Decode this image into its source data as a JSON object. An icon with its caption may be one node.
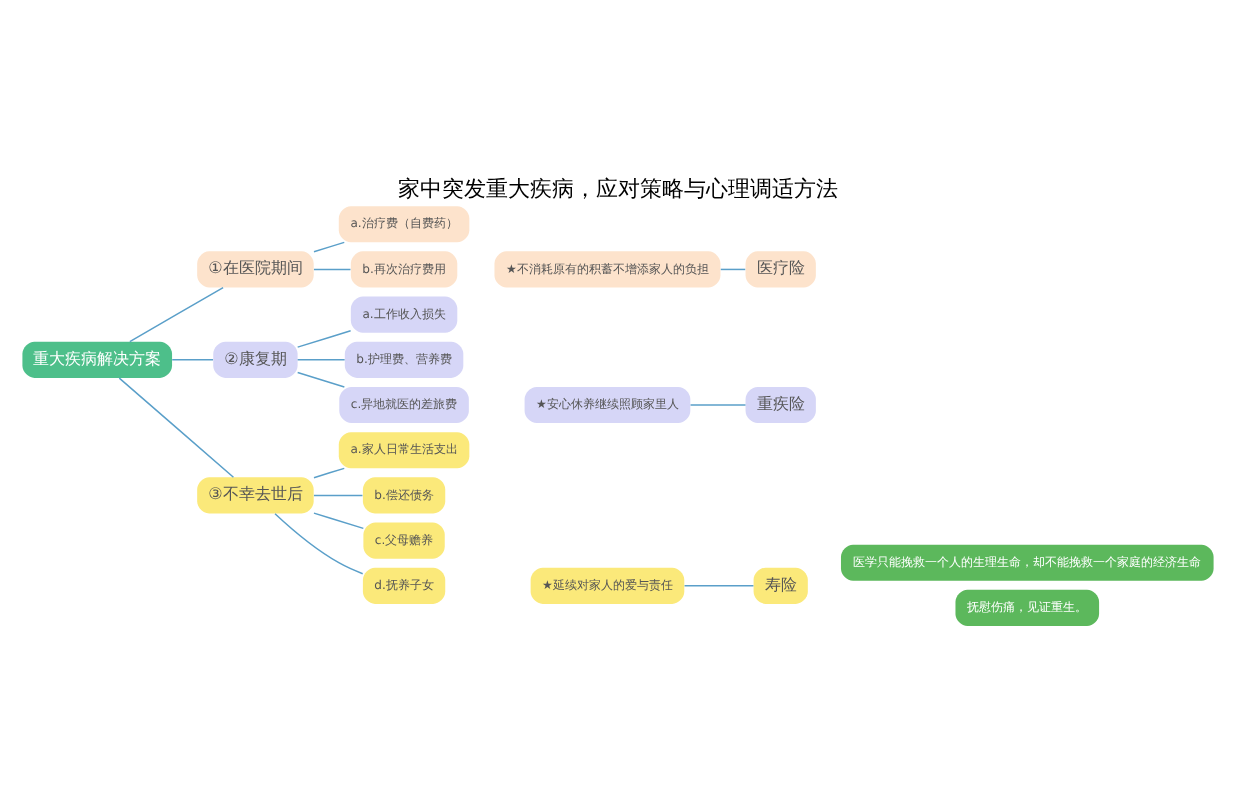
{
  "diagram": {
    "title": "家中突发重大疾病，应对策略与心理调适方法",
    "nodes": [
      {
        "text": [
          "重大疾病解决方案"
        ]
      },
      {
        "text": [
          "①在医院期间"
        ]
      },
      {
        "text": [
          "a.治疗费（自费药）"
        ]
      },
      {
        "text": [
          "b.再次治疗费用"
        ]
      },
      {
        "text": [
          "★不消耗原有的积蓄不增添家人的负担"
        ]
      },
      {
        "text": [
          "医疗险"
        ]
      },
      {
        "text": [
          "②康复期"
        ]
      },
      {
        "text": [
          "a.工作收入损失"
        ]
      },
      {
        "text": [
          "b.护理费、营养费"
        ]
      },
      {
        "text": [
          "c.异地就医的差旅费"
        ]
      },
      {
        "text": [
          "★安心休养继续照顾家里人"
        ]
      },
      {
        "text": [
          "重疾险"
        ]
      },
      {
        "text": [
          "③不幸去世后"
        ]
      },
      {
        "text": [
          "a.家人日常生活支出"
        ]
      },
      {
        "text": [
          "b.偿还债务"
        ]
      },
      {
        "text": [
          "c.父母赡养"
        ]
      },
      {
        "text": [
          "d.抚养子女"
        ]
      },
      {
        "text": [
          "★延续对家人的爱与责任"
        ]
      },
      {
        "text": [
          "寿险"
        ]
      },
      {
        "text": [
          "医学只能挽救一个人的生理生命，却不能挽救一个家庭的经济生命"
        ]
      },
      {
        "text": [
          "抚慰伤痛，见证重生。"
        ]
      }
    ],
    "edges": [
      {
        "from": 0,
        "to": 1,
        "arrow": "none"
      },
      {
        "from": 0,
        "to": 6,
        "arrow": "none"
      },
      {
        "from": 0,
        "to": 12,
        "arrow": "none"
      },
      {
        "from": 1,
        "to": 2,
        "arrow": "none"
      },
      {
        "from": 1,
        "to": 3,
        "arrow": "none"
      },
      {
        "from": 4,
        "to": 5,
        "arrow": "none"
      },
      {
        "from": 6,
        "to": 7,
        "arrow": "none"
      },
      {
        "from": 6,
        "to": 8,
        "arrow": "none"
      },
      {
        "from": 6,
        "to": 9,
        "arrow": "none"
      },
      {
        "from": 10,
        "to": 11,
        "arrow": "none"
      },
      {
        "from": 12,
        "to": 13,
        "arrow": "none"
      },
      {
        "from": 12,
        "to": 14,
        "arrow": "none"
      },
      {
        "from": 12,
        "to": 15,
        "arrow": "none"
      },
      {
        "from": 12,
        "to": 16,
        "arrow": "none"
      },
      {
        "from": 17,
        "to": 18,
        "arrow": "none"
      }
    ]
  }
}
